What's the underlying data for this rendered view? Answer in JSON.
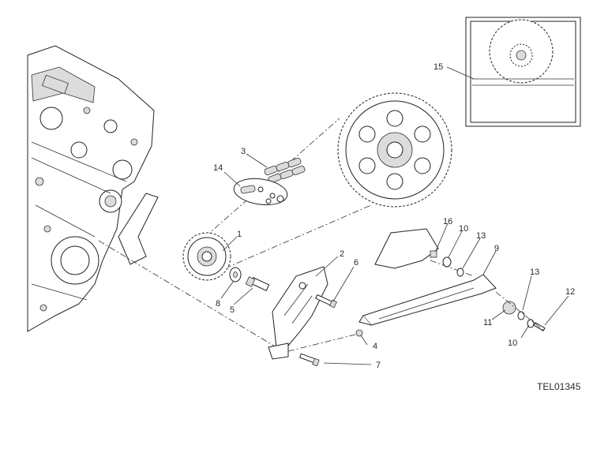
{
  "diagram": {
    "drawing_code": "TEL01345",
    "callouts": [
      "1",
      "2",
      "3",
      "4",
      "5",
      "6",
      "7",
      "8",
      "9",
      "10",
      "10",
      "11",
      "12",
      "13",
      "13",
      "14",
      "15",
      "16"
    ]
  }
}
